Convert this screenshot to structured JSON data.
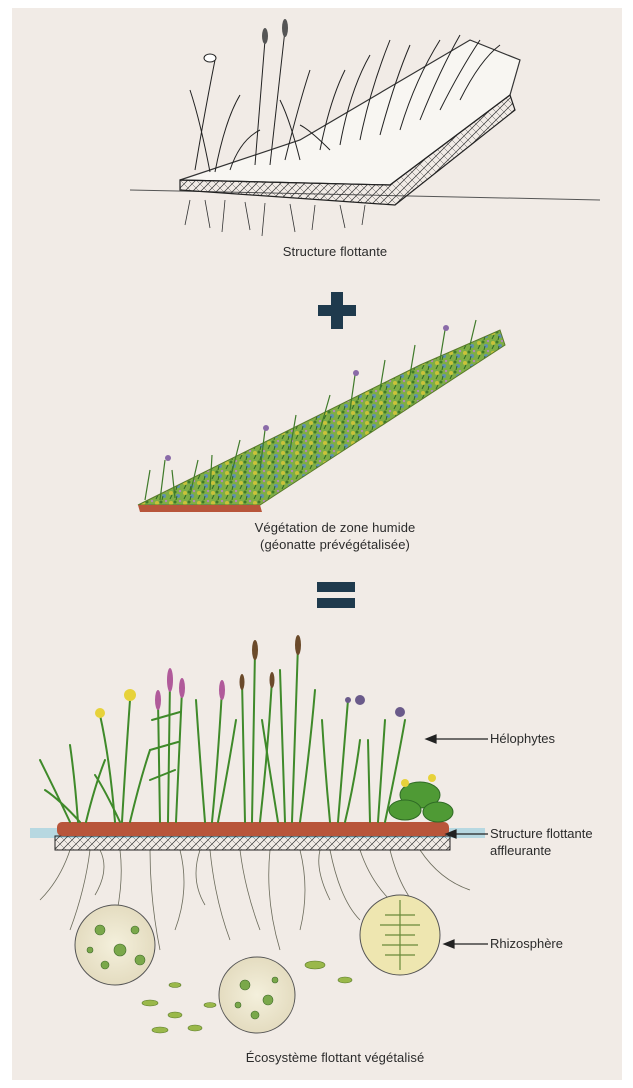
{
  "captions": {
    "structure": "Structure flottante",
    "vegetation_line1": "Végétation de zone humide",
    "vegetation_line2": "(géonatte prévégétalisée)",
    "ecosystem": "Écosystème flottant végétalisé"
  },
  "labels": {
    "helophytes": "Hélophytes",
    "structure_line1": "Structure flottante",
    "structure_line2": "affleurante",
    "rhizosphere": "Rhizosphère"
  },
  "operators": {
    "plus": "plus",
    "equals": "equals"
  },
  "colors": {
    "background": "#f1ebe6",
    "operator": "#1f3a4d",
    "foliage": "#5a9a3a",
    "substrate": "#b8553a",
    "water": "#a9d3e0"
  }
}
